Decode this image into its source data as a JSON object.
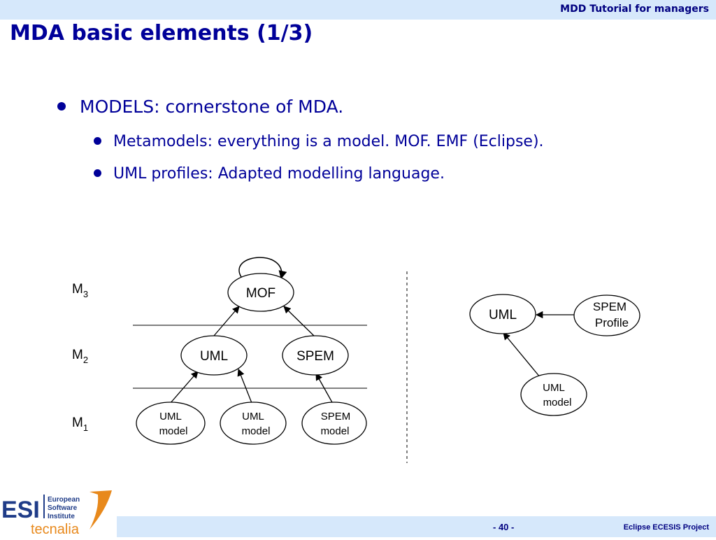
{
  "header": {
    "title": "MDD Tutorial for managers"
  },
  "slide": {
    "title": "MDA basic elements (1/3)",
    "bullets": [
      {
        "level": 1,
        "text": "MODELS: cornerstone of MDA."
      },
      {
        "level": 2,
        "text": "Metamodels: everything is a model. MOF. EMF (Eclipse)."
      },
      {
        "level": 2,
        "text": "UML profiles: Adapted modelling language."
      }
    ]
  },
  "diagram": {
    "levels": [
      {
        "base": "M",
        "sub": "3"
      },
      {
        "base": "M",
        "sub": "2"
      },
      {
        "base": "M",
        "sub": "1"
      }
    ],
    "left": {
      "mof": "MOF",
      "uml": "UML",
      "spem": "SPEM",
      "uml_model_1": [
        "UML",
        "model"
      ],
      "uml_model_2": [
        "UML",
        "model"
      ],
      "spem_model": [
        "SPEM",
        "model"
      ]
    },
    "right": {
      "uml": "UML",
      "spem_profile": [
        "SPEM",
        "Profile"
      ],
      "uml_model": [
        "UML",
        "model"
      ]
    }
  },
  "logo": {
    "acronym": "ESI",
    "lines": [
      "European",
      "Software",
      "Institute"
    ],
    "brand": "tecnalia",
    "colors": {
      "navy": "#1f3c88",
      "orange": "#e8891c"
    }
  },
  "footer": {
    "page": "- 40 -",
    "project": "Eclipse ECESIS Project"
  }
}
